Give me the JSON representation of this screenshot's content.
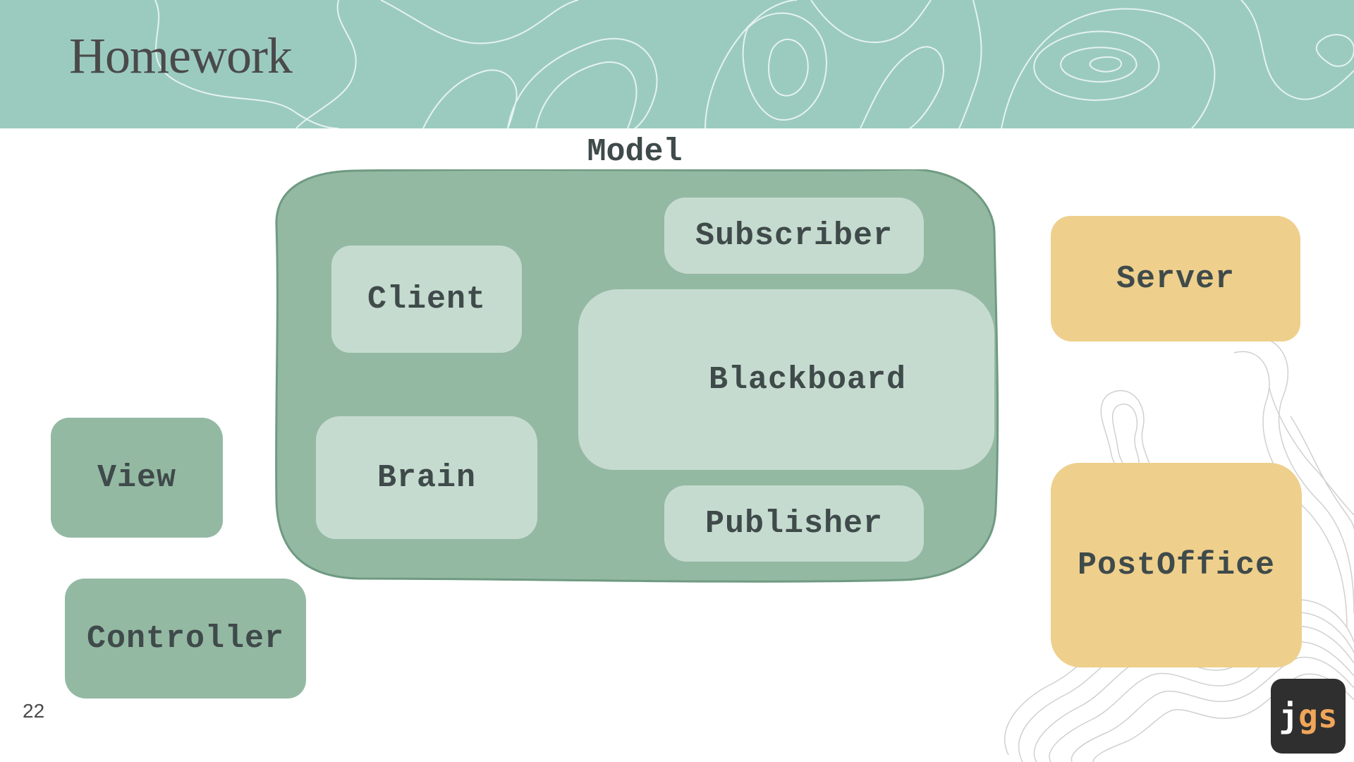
{
  "slide": {
    "title": "Homework",
    "page_number": "22"
  },
  "diagram": {
    "model_label": "Model",
    "model_nodes": {
      "subscriber": "Subscriber",
      "client": "Client",
      "blackboard": "Blackboard",
      "brain": "Brain",
      "publisher": "Publisher"
    },
    "view": "View",
    "controller": "Controller",
    "server": "Server",
    "post_office": "PostOffice"
  },
  "logo": {
    "j": "j",
    "gs": "gs"
  },
  "colors": {
    "header": "#9bcbbf",
    "model_container": "#94b9a3",
    "model_inner": "#c6dbcf",
    "side_boxes": "#94b9a3",
    "server_boxes": "#eecf8c",
    "text": "#3f4a4a"
  }
}
